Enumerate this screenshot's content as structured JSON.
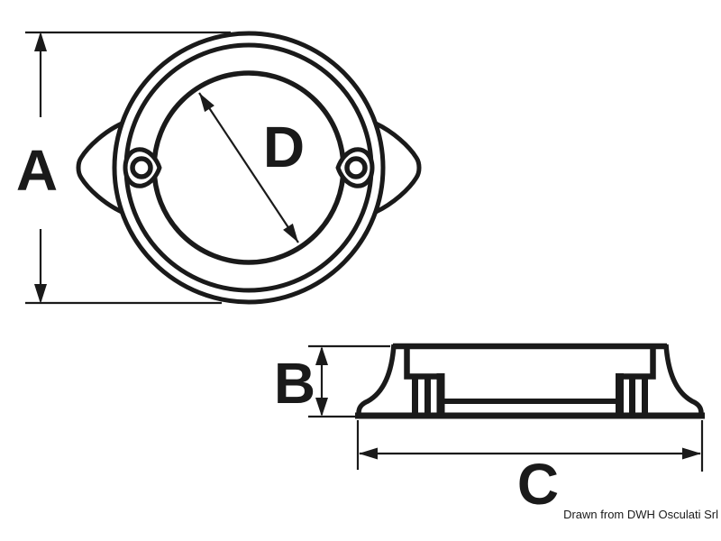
{
  "labels": {
    "dim_a": "A",
    "dim_b": "B",
    "dim_c": "C",
    "dim_d": "D"
  },
  "credit": "Drawn from DWH Osculati Srl",
  "colors": {
    "line": "#1a1a1a",
    "background": "#ffffff"
  }
}
